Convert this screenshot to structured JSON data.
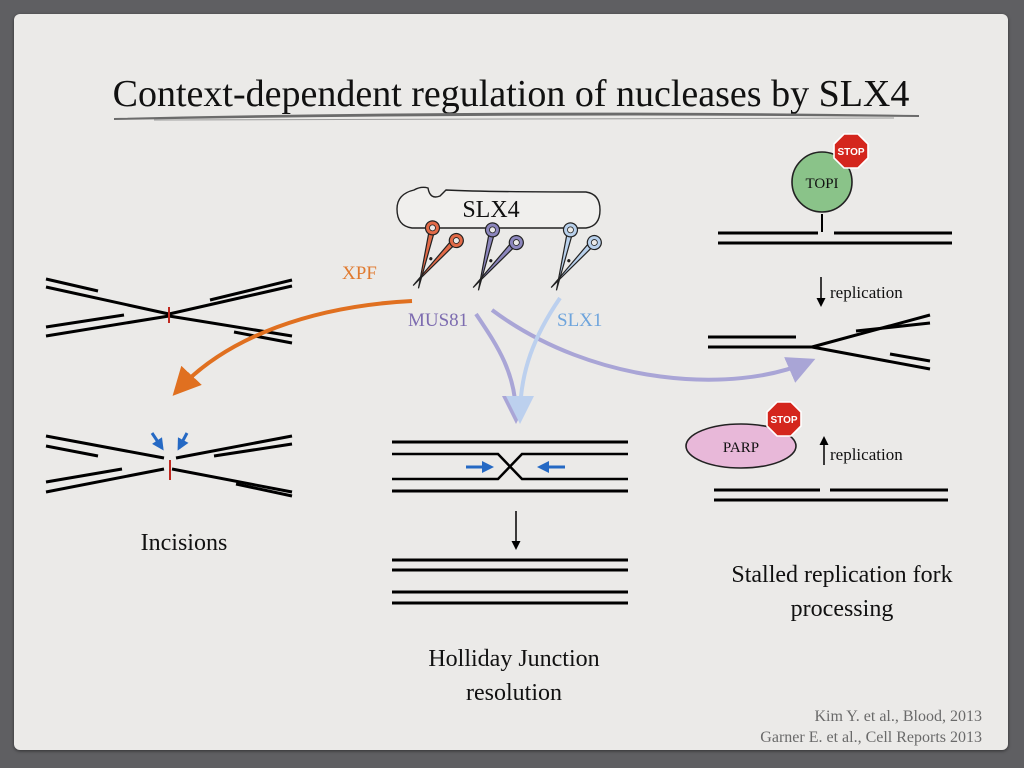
{
  "slide": {
    "title": "Context-dependent regulation of nucleases by SLX4"
  },
  "complex": {
    "scaffold_label": "SLX4",
    "nucleases": [
      {
        "label": "XPF",
        "color": "#e26a47"
      },
      {
        "label": "MUS81",
        "color": "#8c86bd"
      },
      {
        "label": "SLX1",
        "color": "#8fb6de"
      }
    ]
  },
  "label_colors": {
    "xpf": "#e07a2f",
    "mus81": "#7d6cb0",
    "slx1": "#6ea4dc"
  },
  "arrow_colors": {
    "xpf": "#e07020",
    "mus81": "#a9a5d6",
    "slx1": "#bcd0ee",
    "incision": "#2569c4"
  },
  "fork": {
    "topi_label": "TOPI",
    "topi_color": "#8ac389",
    "parp_label": "PARP",
    "parp_color": "#e8b8d9",
    "stop_label": "STOP",
    "stop_color": "#d4261d",
    "replication_top": "replication",
    "replication_bottom": "replication"
  },
  "captions": {
    "incisions": "Incisions",
    "holliday_line1": "Holliday Junction",
    "holliday_line2": "resolution",
    "stalled_line1": "Stalled replication fork",
    "stalled_line2": "processing"
  },
  "citations": {
    "line1": "Kim Y. et al., Blood, 2013",
    "line2": "Garner E. et al., Cell Reports 2013"
  }
}
